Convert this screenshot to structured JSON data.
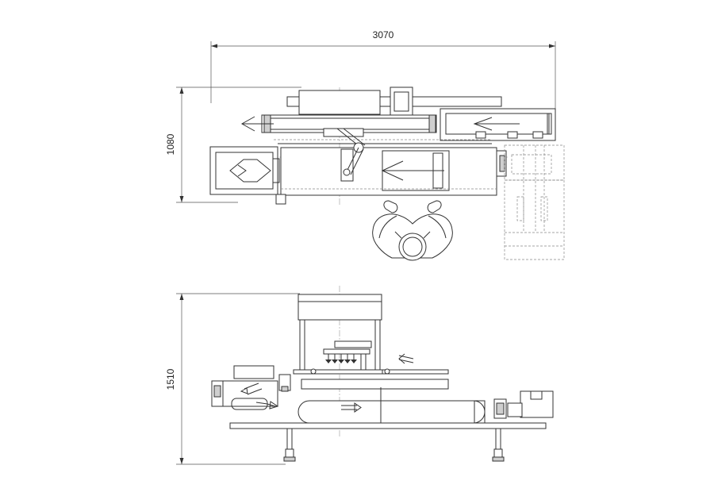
{
  "dimensions": {
    "overall_length": "3070",
    "plan_depth": "1080",
    "elevation_height": "1510"
  }
}
